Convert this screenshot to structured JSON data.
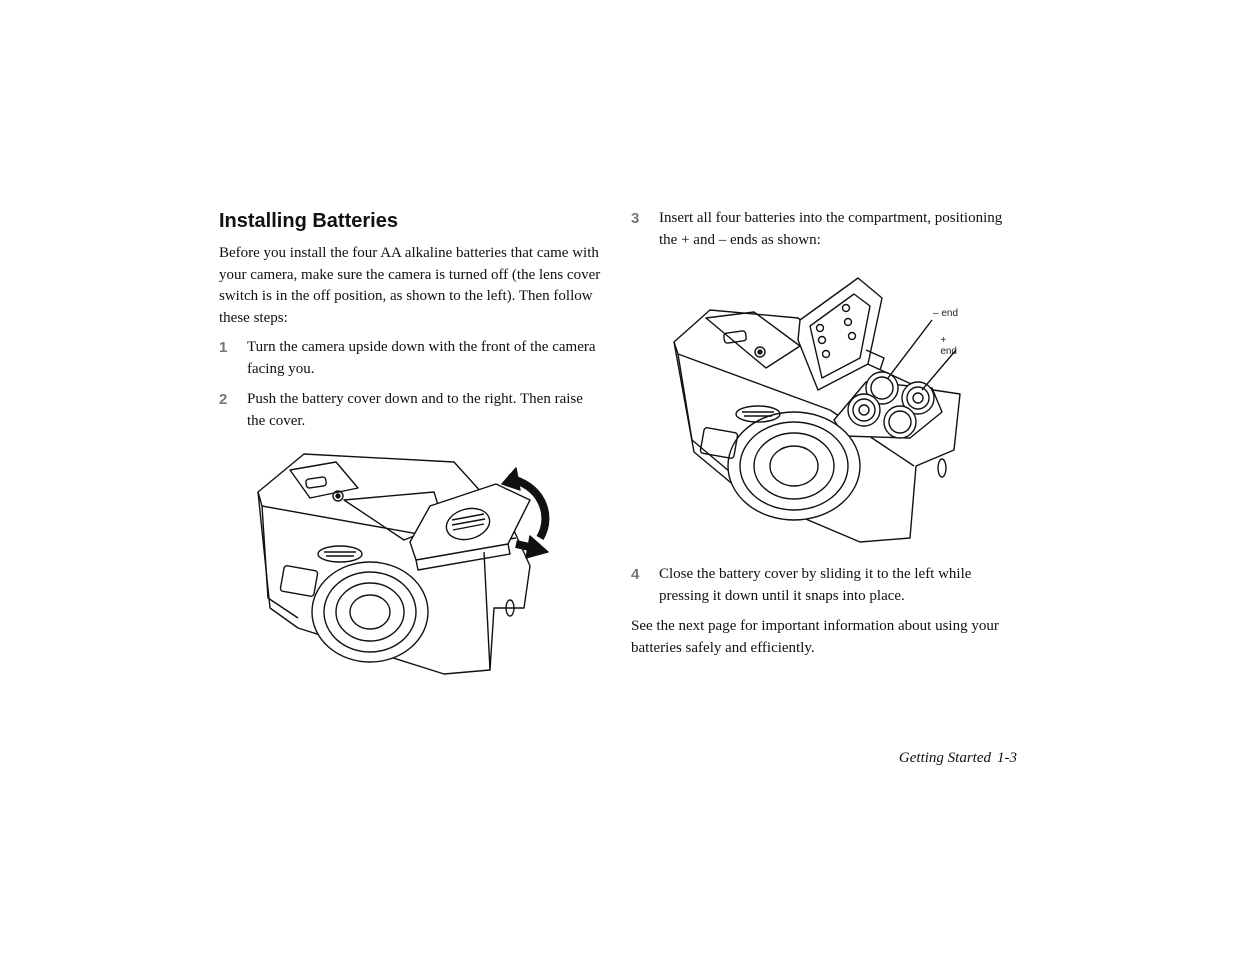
{
  "left": {
    "title": "Installing Batteries",
    "intro": "Before you install the four AA alkaline batteries that came with your camera, make sure the camera is turned off (the lens cover switch is in the off position, as shown to the left). Then follow these steps:",
    "steps": [
      {
        "num": "1",
        "text": "Turn the camera upside down with the front of the camera facing you."
      },
      {
        "num": "2",
        "text": "Push the battery cover down and to the right. Then raise the cover."
      }
    ]
  },
  "right": {
    "steps": [
      {
        "num": "3",
        "text": "Insert all four batteries into the compartment, positioning the + and – ends as shown:"
      },
      {
        "num": "4",
        "text": "Close the battery cover by sliding it to the left while pressing it down until it snaps into place."
      }
    ],
    "outro": "See the next page for important information about using your batteries safely and efficiently."
  },
  "figure_right": {
    "minus_label": "– end",
    "plus_label": "+ end"
  },
  "footer": {
    "section": "Getting Started",
    "page": "1-3"
  }
}
